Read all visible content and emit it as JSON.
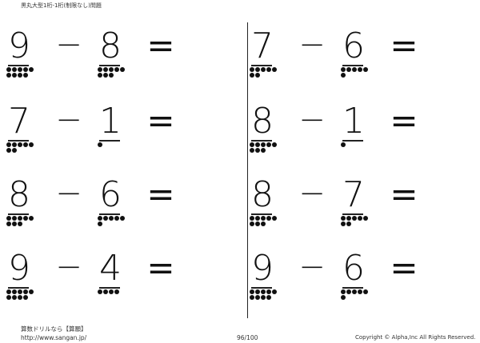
{
  "header": {
    "title": "黒丸大型1桁-1桁(制限なし)問題"
  },
  "problems": [
    {
      "a": "9",
      "op": "−",
      "b": "8",
      "eq": "="
    },
    {
      "a": "7",
      "op": "−",
      "b": "6",
      "eq": "="
    },
    {
      "a": "7",
      "op": "−",
      "b": "1",
      "eq": "="
    },
    {
      "a": "8",
      "op": "−",
      "b": "1",
      "eq": "="
    },
    {
      "a": "8",
      "op": "−",
      "b": "6",
      "eq": "="
    },
    {
      "a": "8",
      "op": "−",
      "b": "7",
      "eq": "="
    },
    {
      "a": "9",
      "op": "−",
      "b": "4",
      "eq": "="
    },
    {
      "a": "9",
      "op": "−",
      "b": "6",
      "eq": "="
    }
  ],
  "footer": {
    "brand": "算数ドリルなら【算願】",
    "url": "http://www.sangan.jp/",
    "page": "96/100",
    "copyright": "Copyright © Alpha,Inc All Rights Reserved."
  }
}
